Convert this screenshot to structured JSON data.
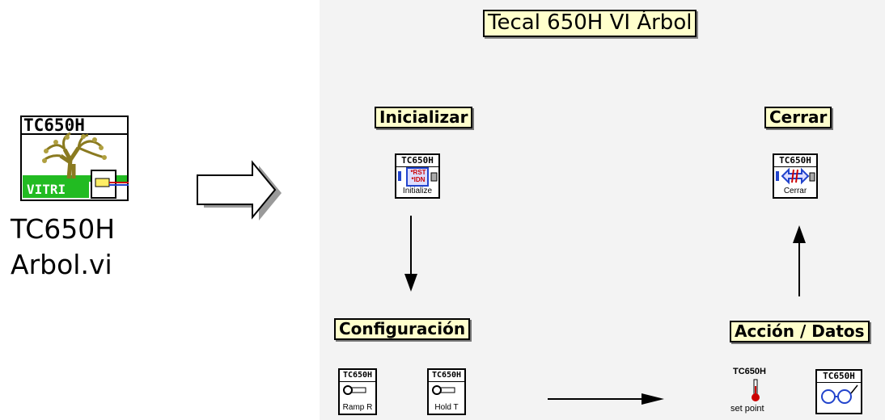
{
  "title": "Tecal 650H  VI Árbol",
  "source_icon": {
    "header": "TC650H",
    "footer": "VITRI",
    "caption_line1": "TC650H",
    "caption_line2": "Arbol.vi"
  },
  "steps": {
    "init": {
      "label": "Inicializar",
      "icon_header": "TC650H",
      "icon_footer": "Initialize",
      "icon_badge": "*RST *IDN"
    },
    "close": {
      "label": "Cerrar",
      "icon_header": "TC650H",
      "icon_footer": "Cerrar"
    },
    "config": {
      "label": "Configuración",
      "icons": [
        {
          "header": "TC650H",
          "footer": "Ramp R"
        },
        {
          "header": "TC650H",
          "footer": "Hold T"
        }
      ]
    },
    "action": {
      "label": "Acción / Datos",
      "setpoint": {
        "header": "TC650H",
        "footer": "set point"
      },
      "viewer": {
        "header": "TC650H"
      }
    }
  },
  "colors": {
    "label_bg": "#ffffcc",
    "tree_green": "#22bb22",
    "tree_trunk": "#8a7a20",
    "red": "#cc0000",
    "blue": "#2244cc"
  }
}
